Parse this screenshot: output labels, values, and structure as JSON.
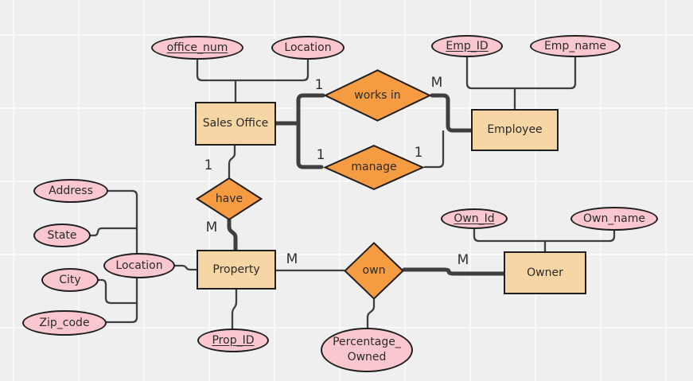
{
  "colors": {
    "entity_fill": "#f7d6a6",
    "relationship_fill": "#f59b42",
    "attribute_fill": "#f9c7cd",
    "outline": "#1f1f1f",
    "connector": "#3f3f3f",
    "background": "#efeff0"
  },
  "entities": [
    {
      "id": "sales-office",
      "label": "Sales Office"
    },
    {
      "id": "employee",
      "label": "Employee"
    },
    {
      "id": "property",
      "label": "Property"
    },
    {
      "id": "owner",
      "label": "Owner"
    }
  ],
  "relationships": [
    {
      "id": "works-in",
      "label": "works in"
    },
    {
      "id": "manage",
      "label": "manage"
    },
    {
      "id": "have",
      "label": "have"
    },
    {
      "id": "own",
      "label": "own"
    }
  ],
  "attributes": [
    {
      "id": "office-num",
      "label": "office_num",
      "primary_key": true
    },
    {
      "id": "location-office",
      "label": "Location",
      "primary_key": false
    },
    {
      "id": "emp-id",
      "label": "Emp_ID",
      "primary_key": true
    },
    {
      "id": "emp-name",
      "label": "Emp_name",
      "primary_key": false
    },
    {
      "id": "address",
      "label": "Address",
      "primary_key": false
    },
    {
      "id": "state",
      "label": "State",
      "primary_key": false
    },
    {
      "id": "location-property",
      "label": "Location",
      "primary_key": false
    },
    {
      "id": "city",
      "label": "City",
      "primary_key": false
    },
    {
      "id": "zip-code",
      "label": "Zip_code",
      "primary_key": false
    },
    {
      "id": "own-id",
      "label": "Own_Id",
      "primary_key": true
    },
    {
      "id": "own-name",
      "label": "Own_name",
      "primary_key": false
    },
    {
      "id": "prop-id",
      "label": "Prop_ID",
      "primary_key": true
    },
    {
      "id": "percentage-owned",
      "label": "Percentage_\nOwned",
      "primary_key": false
    }
  ],
  "cardinalities": [
    {
      "id": "sales-office-works-in",
      "label": "1"
    },
    {
      "id": "employee-works-in",
      "label": "M"
    },
    {
      "id": "sales-office-manage",
      "label": "1"
    },
    {
      "id": "employee-manage",
      "label": "1"
    },
    {
      "id": "sales-office-have",
      "label": "1"
    },
    {
      "id": "property-have",
      "label": "M"
    },
    {
      "id": "property-own",
      "label": "M"
    },
    {
      "id": "owner-own",
      "label": "M"
    }
  ]
}
